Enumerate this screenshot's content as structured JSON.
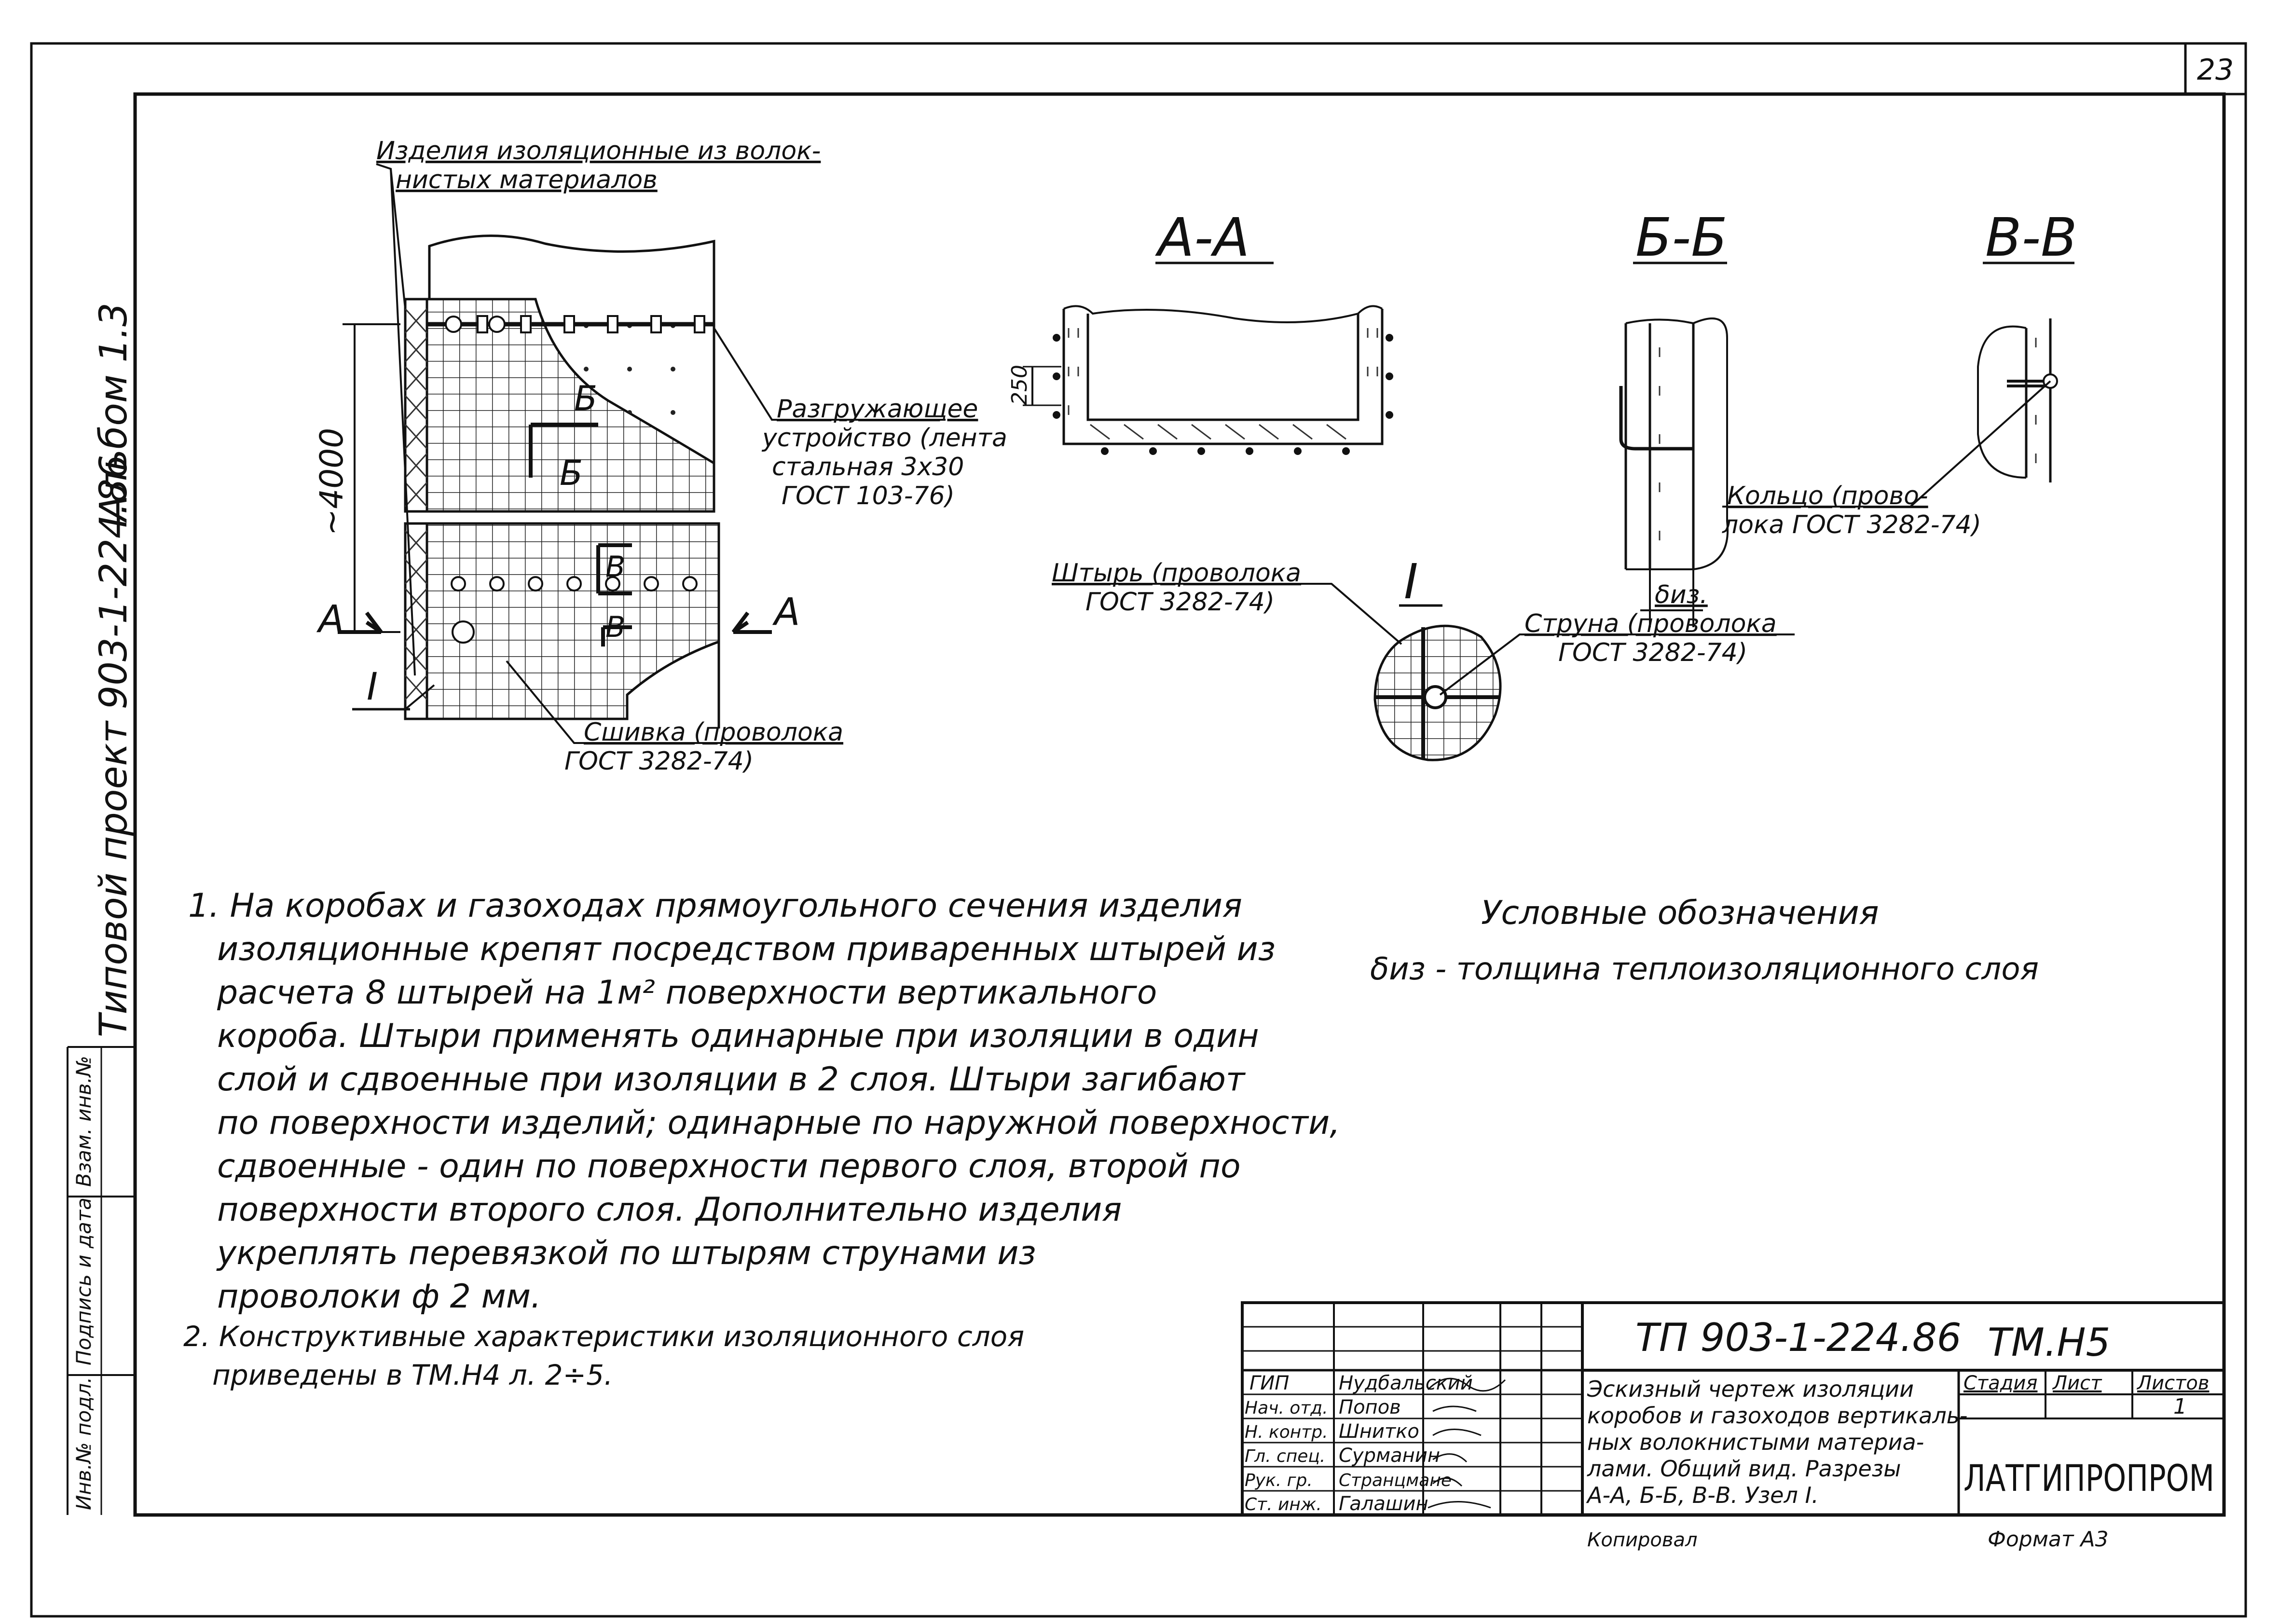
{
  "sheet": {
    "page_number": "23",
    "side_album": "Альбом 1.3",
    "side_project": "Типовой проект 903-1-224.86",
    "side_stamp": [
      "Инв.№ подл.",
      "Подпись и дата",
      "Взам. инв.№"
    ]
  },
  "drawing": {
    "label_insulation": [
      "Изделия изоляционные из волок-",
      "нистых материалов"
    ],
    "label_unloading": [
      "Разгружающее",
      "устройство (лента",
      "стальная 3х30",
      "ГОСТ 103-76)"
    ],
    "label_stitching": [
      "Сшивка (проволока",
      "ГОСТ 3282-74)"
    ],
    "label_pin": [
      "Штырь (проволока",
      "ГОСТ 3282-74)"
    ],
    "label_string": [
      "Струна (проволока",
      "ГОСТ 3282-74)"
    ],
    "label_ring": [
      "Кольцо (прово-",
      "лока ГОСТ 3282-74)"
    ],
    "dim_height": "~4000",
    "dim_250": "250",
    "delta_label": "δиз.",
    "section_a": "А-А",
    "section_b": "Б-Б",
    "section_v": "В-В",
    "mark_a": "А",
    "mark_b": "Б",
    "mark_v": "В",
    "node_mark": "I"
  },
  "notes": [
    "1. На коробах и газоходах прямоугольного сечения изделия",
    "изоляционные крепят посредством приваренных штырей из",
    "расчета 8 штырей на 1м² поверхности вертикального",
    "короба. Штыри применять одинарные при изоляции в один",
    "слой и сдвоенные при изоляции в 2 слоя. Штыри загибают",
    "по поверхности изделий; одинарные по наружной поверхности,",
    "сдвоенные - один по поверхности первого слоя, второй по",
    "поверхности второго слоя. Дополнительно изделия",
    "укреплять перевязкой по штырям струнами из",
    "проволоки ф 2 мм.",
    "2. Конструктивные характеристики изоляционного слоя",
    "приведены в ТМ.Н4 л. 2÷5."
  ],
  "legend": {
    "title": "Условные обозначения",
    "text": "δиз - толщина теплоизоляционного слоя"
  },
  "title_block": {
    "project_code": "ТП 903-1-224.86",
    "sheet_code": "ТМ.Н5",
    "description": [
      "Эскизный чертеж изоляции",
      "коробов и газоходов вертикаль-",
      "ных волокнистыми материа-",
      "лами. Общий вид. Разрезы",
      "А-А, Б-Б, В-В. Узел I."
    ],
    "stage_header": "Стадия",
    "sheet_header": "Лист",
    "sheets_header": "Листов",
    "sheets_value": "1",
    "organization": "ЛАТГИПРОПРОМ",
    "staff": [
      {
        "role": "ГИП",
        "name": "Нудбальский"
      },
      {
        "role": "Нач. отд.",
        "name": "Попов"
      },
      {
        "role": "Н. контр.",
        "name": "Шнитко"
      },
      {
        "role": "Гл. спец.",
        "name": "Сурманин"
      },
      {
        "role": "Рук. гр.",
        "name": "Странцмане"
      },
      {
        "role": "Ст. инж.",
        "name": "Галашин"
      }
    ],
    "copied": "Копировал",
    "format": "Формат А3"
  }
}
